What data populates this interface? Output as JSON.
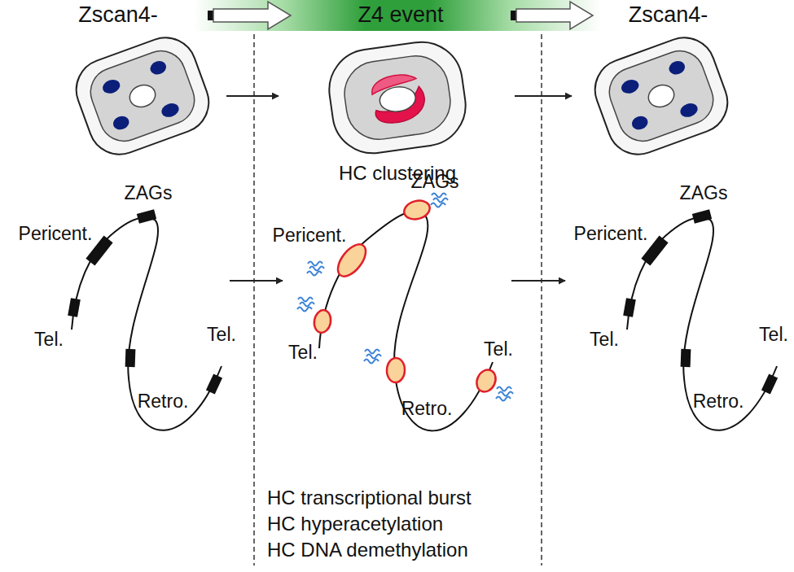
{
  "diagram": {
    "nodes": [
      {
        "text": [
          "Zscan4-"
        ]
      },
      {
        "text": [
          "Z4 event"
        ]
      },
      {
        "text": [
          "Zscan4-"
        ]
      }
    ],
    "edges": [
      {
        "from": 0,
        "to": 1,
        "arrow": "to"
      },
      {
        "from": 1,
        "to": 2,
        "arrow": "to"
      }
    ],
    "labels": [
      "HC clustering",
      "Pericent.",
      "ZAGs",
      "Tel.",
      "Retro.",
      "Tel.",
      "Pericent.",
      "ZAGs",
      "Tel.",
      "Retro.",
      "Tel.",
      "Pericent.",
      "ZAGs",
      "Tel.",
      "Retro.",
      "Tel.",
      "HC transcriptional burst",
      "HC hyperacetylation",
      "HC DNA demethylation"
    ]
  }
}
